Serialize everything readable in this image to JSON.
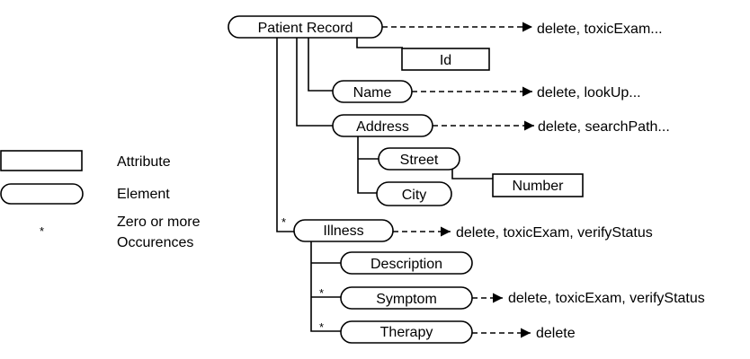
{
  "nodes": {
    "patient_record": "Patient Record",
    "id": "Id",
    "name": "Name",
    "address": "Address",
    "street": "Street",
    "city": "City",
    "number": "Number",
    "illness": "Illness",
    "description": "Description",
    "symptom": "Symptom",
    "therapy": "Therapy"
  },
  "operations": {
    "patient_record": "delete, toxicExam...",
    "name": "delete, lookUp...",
    "address": "delete, searchPath...",
    "illness": "delete, toxicExam, verifyStatus",
    "symptom": "delete, toxicExam, verifyStatus",
    "therapy": "delete"
  },
  "multiplicity": {
    "illness": "*",
    "symptom": "*",
    "therapy": "*"
  },
  "legend": {
    "attribute": "Attribute",
    "element": "Element",
    "zero_or_more_symbol": "*",
    "zero_or_more_line1": "Zero or more",
    "zero_or_more_line2": "Occurences"
  }
}
